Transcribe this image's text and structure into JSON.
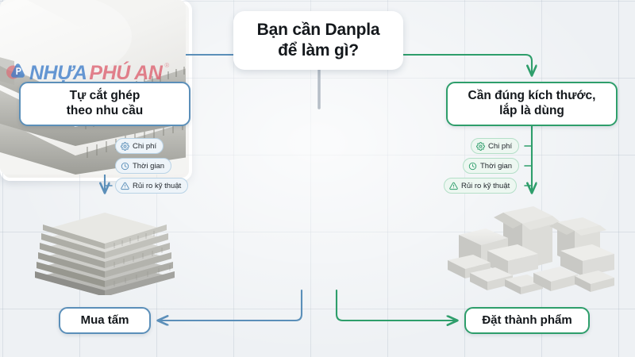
{
  "diagram": {
    "title_box": {
      "line1": "Bạn cần Danpla",
      "line2": "để làm gì?"
    },
    "branches": [
      {
        "side": "left",
        "color": "#5b8fb9",
        "box": {
          "line1": "Tự cắt ghép",
          "line2": "theo nhu cầu"
        },
        "chips": [
          {
            "icon": "gear-icon",
            "label": "Chi phí"
          },
          {
            "icon": "clock-icon",
            "label": "Thời gian"
          },
          {
            "icon": "warning-triangle-icon",
            "label": "Rủi ro kỹ thuật"
          }
        ],
        "image_name": "stacked-danpla-sheets-photo",
        "result": "Mua tấm"
      },
      {
        "side": "right",
        "color": "#2e9e6b",
        "box": {
          "line1": "Cần đúng kích thước,",
          "line2": "lắp là dùng"
        },
        "chips": [
          {
            "icon": "gear-icon",
            "label": "Chi phí"
          },
          {
            "icon": "clock-icon",
            "label": "Thời gian"
          },
          {
            "icon": "warning-triangle-icon",
            "label": "Rủi ro kỹ thuật"
          }
        ],
        "image_name": "finished-danpla-boxes-photo",
        "result": "Đặt thành phẩm"
      }
    ],
    "center_image_name": "danpla-corrugated-sheet-photo",
    "watermark": {
      "word1": "NHỰA",
      "word2": "PHÚ AN",
      "registered": "®",
      "logo_letter": "P"
    }
  }
}
